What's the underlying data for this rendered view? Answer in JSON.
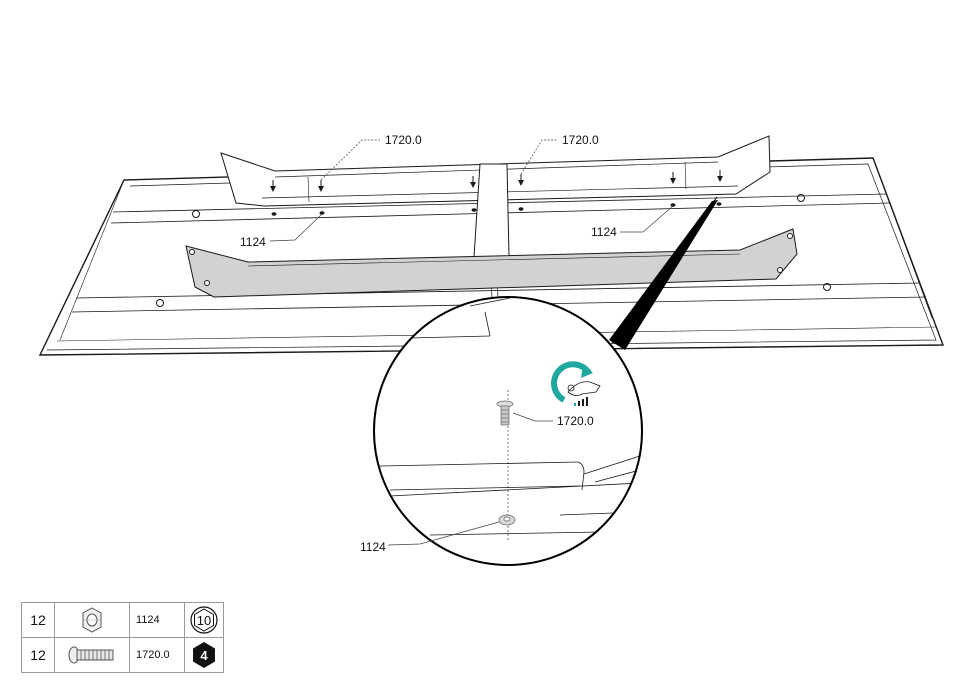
{
  "diagram": {
    "callouts": {
      "bolt_left": "1720.0",
      "bolt_right": "1720.0",
      "nut_left": "1124",
      "nut_right": "1124",
      "bolt_detail": "1720.0",
      "nut_detail": "1124"
    }
  },
  "parts": [
    {
      "qty": "12",
      "code": "1124",
      "part_icon": "nut-icon",
      "tool_icon": "socket-size-icon",
      "tool_label": "10"
    },
    {
      "qty": "12",
      "code": "1720.0",
      "part_icon": "bolt-icon",
      "tool_icon": "hex-key-icon",
      "tool_label": "4"
    }
  ],
  "colors": {
    "line": "#1a1a1a",
    "bracket_fill": "#d2d2d2",
    "torque_accent": "#1fa8a0"
  }
}
